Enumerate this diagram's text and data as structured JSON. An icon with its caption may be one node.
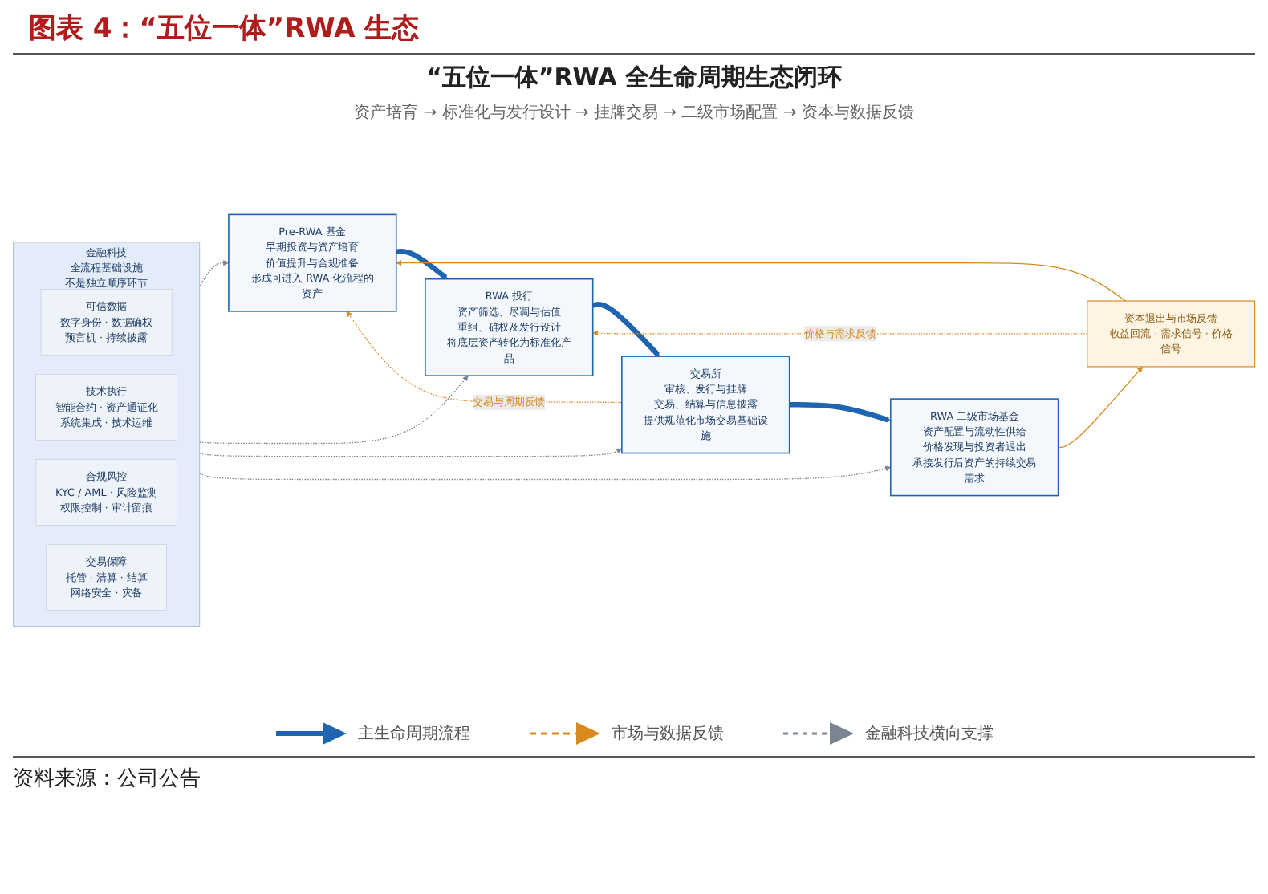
{
  "diagram": {
    "title": "图表 4：“五位一体”RWA 生态",
    "caption": "资料来源：公司公告",
    "nodes": [
      {
        "text": [
          "Pre-RWA 基金",
          "早期投资与资产培育",
          "价值提升与合规准备",
          "形成可进入 RWA 化流程的资产"
        ]
      },
      {
        "text": [
          "RWA 投行",
          "资产筛选、尽调与估值",
          "重组、确权及发行设计",
          "将底层资产转化为标准化产品"
        ]
      },
      {
        "text": [
          "交易所",
          "审核、发行与挂牌",
          "交易、结算与信息披露",
          "提供规范化市场交易基础设施"
        ]
      },
      {
        "text": [
          "RWA 二级市场基金",
          "资产配置与流动性供给",
          "价格发现与投资者退出",
          "承接发行后资产的持续交易需求"
        ]
      },
      {
        "text": [
          "资本退出与市场反馈",
          "收益回流 · 需求信号 · 价格信号"
        ]
      },
      {
        "text": [
          "金融科技",
          "全流程基础设施",
          "不是独立顺序环节"
        ]
      },
      {
        "text": [
          "可信数据",
          "数字身份 · 数据确权",
          "预言机 · 持续披露"
        ],
        "in": 5
      },
      {
        "text": [
          "技术执行",
          "智能合约 · 资产通证化",
          "系统集成 · 技术运维"
        ],
        "in": 5
      },
      {
        "text": [
          "合规风控",
          "KYC / AML · 风险监测",
          "权限控制 · 审计留痕"
        ],
        "in": 5
      },
      {
        "text": [
          "交易保障",
          "托管 · 清算 · 结算",
          "网络安全 · 灾备"
        ],
        "in": 5
      }
    ],
    "edges": [
      {
        "from": 0,
        "to": 1,
        "arrow": "to",
        "style": "thick",
        "color": "#1f64b0"
      },
      {
        "from": 1,
        "to": 2,
        "arrow": "to",
        "style": "thick",
        "color": "#1f64b0"
      },
      {
        "from": 2,
        "to": 3,
        "arrow": "to",
        "style": "thick",
        "color": "#1f64b0"
      },
      {
        "from": 3,
        "to": 4,
        "arrow": "to",
        "color": "#d88a1e"
      },
      {
        "from": 4,
        "to": 0,
        "arrow": "to",
        "color": "#d88a1e"
      },
      {
        "from": 2,
        "to": 0,
        "arrow": "to",
        "style": "dashed",
        "color": "#d88a1e",
        "label": "交易与周期反馈"
      },
      {
        "from": 4,
        "to": 1,
        "arrow": "to",
        "style": "dashed",
        "color": "#d88a1e",
        "label": "价格与需求反馈"
      },
      {
        "from": 5,
        "to": 0,
        "arrow": "to",
        "style": "dashed",
        "color": "#7a8594"
      },
      {
        "from": 5,
        "to": 1,
        "arrow": "to",
        "style": "dashed",
        "color": "#7a8594"
      },
      {
        "from": 5,
        "to": 2,
        "arrow": "to",
        "style": "dashed",
        "color": "#7a8594"
      },
      {
        "from": 5,
        "to": 3,
        "arrow": "to",
        "style": "dashed",
        "color": "#7a8594"
      }
    ],
    "labels": [
      "“五位一体”RWA 全生命周期生态闭环",
      "资产培育 → 标准化与发行设计 → 挂牌交易 → 二级市场配置 → 资本与数据反馈"
    ],
    "legend": [
      {
        "text": "主生命周期流程"
      },
      {
        "text": "市场与数据反馈"
      },
      {
        "text": "金融科技横向支撑"
      }
    ]
  }
}
